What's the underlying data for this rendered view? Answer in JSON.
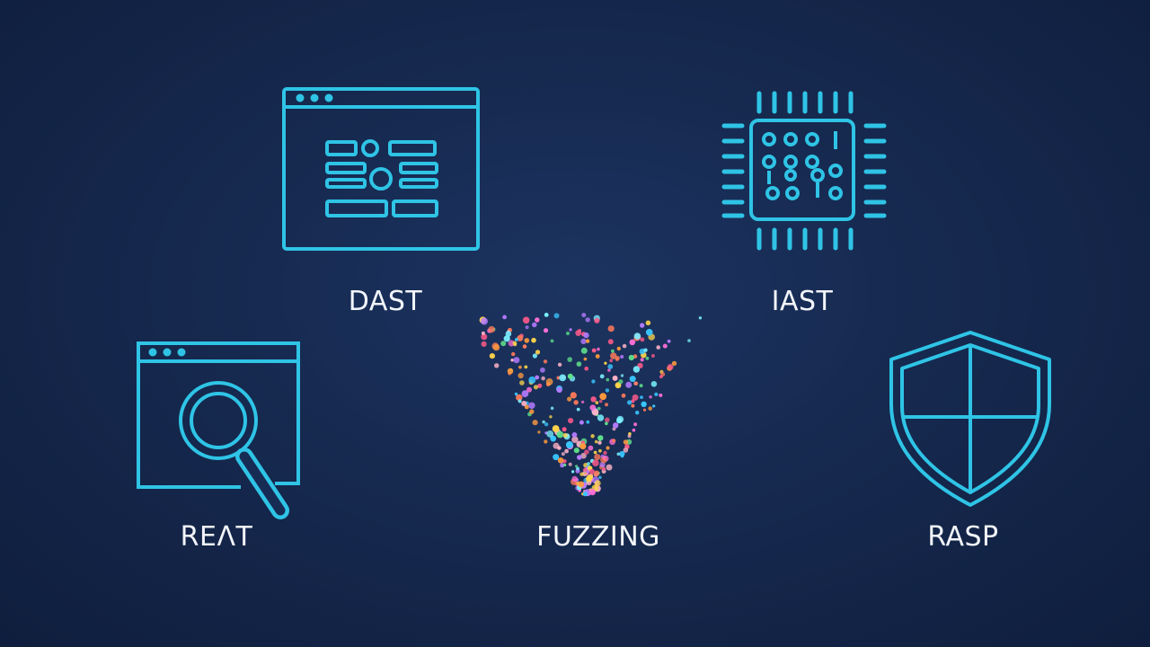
{
  "colors": {
    "background": "#152a52",
    "icon_stroke": "#2fc4e6",
    "label": "#f2f5fa"
  },
  "items": [
    {
      "label": "DAST",
      "icon": "browser-window-form-icon"
    },
    {
      "label": "IAST",
      "icon": "microchip-icon"
    },
    {
      "label": "REΛT",
      "icon": "browser-magnifier-icon"
    },
    {
      "label": "FUZZING",
      "icon": "particle-funnel-icon"
    },
    {
      "label": "RASP",
      "icon": "shield-icon"
    }
  ]
}
